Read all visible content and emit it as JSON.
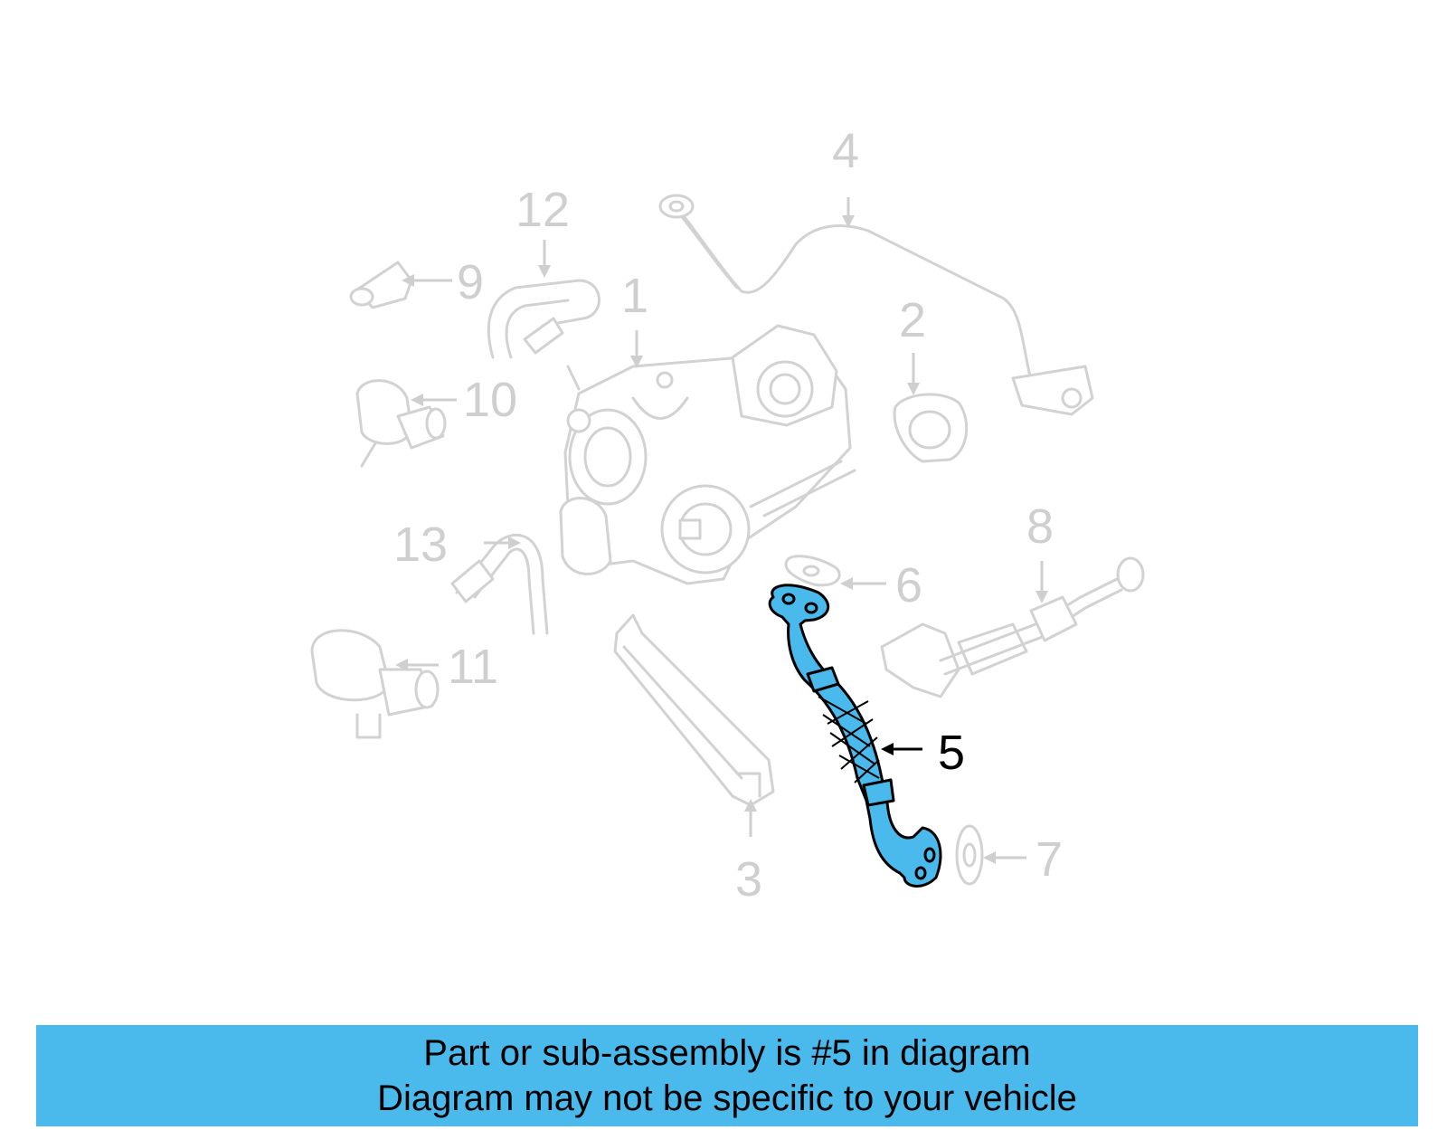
{
  "diagram": {
    "callouts": [
      {
        "id": "1",
        "label": "1"
      },
      {
        "id": "2",
        "label": "2"
      },
      {
        "id": "3",
        "label": "3"
      },
      {
        "id": "4",
        "label": "4"
      },
      {
        "id": "5",
        "label": "5"
      },
      {
        "id": "6",
        "label": "6"
      },
      {
        "id": "7",
        "label": "7"
      },
      {
        "id": "8",
        "label": "8"
      },
      {
        "id": "9",
        "label": "9"
      },
      {
        "id": "10",
        "label": "10"
      },
      {
        "id": "11",
        "label": "11"
      },
      {
        "id": "12",
        "label": "12"
      },
      {
        "id": "13",
        "label": "13"
      }
    ],
    "highlighted_part": "5",
    "colors": {
      "highlight": "#4ab9ec",
      "ghost": "#d2d2d2",
      "banner": "#4ab9ec"
    }
  },
  "banner": {
    "line1": "Part or sub-assembly is #5 in diagram",
    "line2": "Diagram may not be specific to your vehicle"
  }
}
